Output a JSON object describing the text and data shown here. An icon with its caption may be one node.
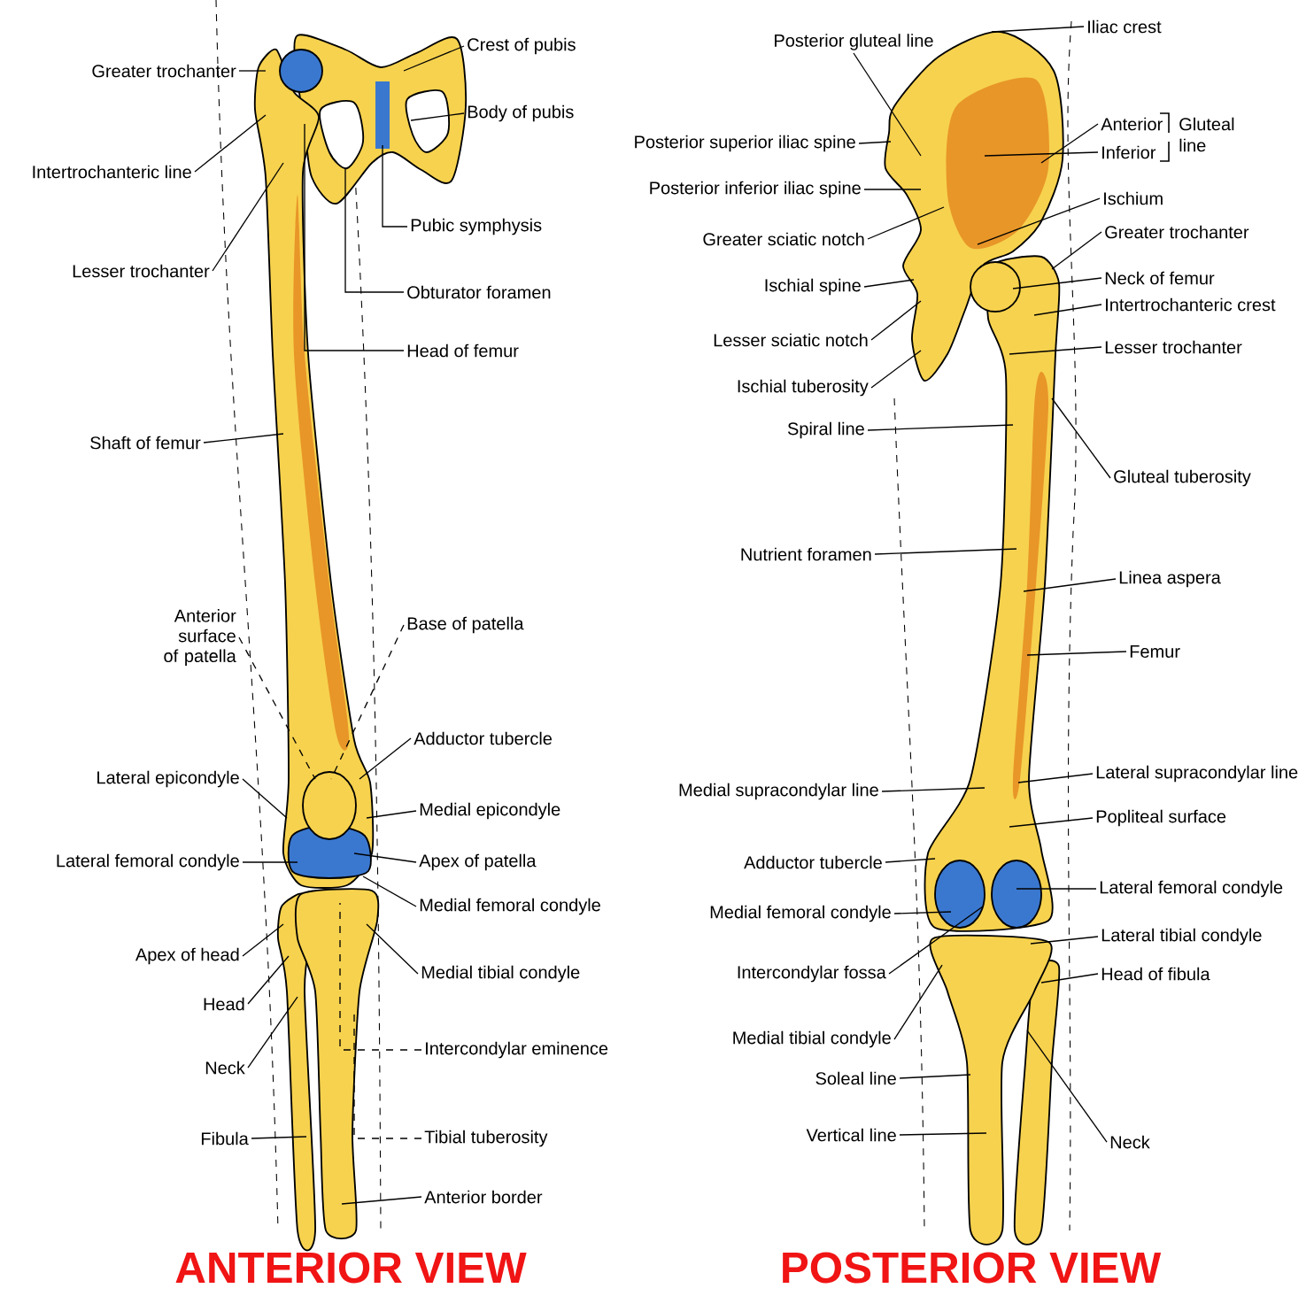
{
  "diagram": {
    "nodes": [
      {
        "text": [
          "Greater trochanter"
        ]
      },
      {
        "text": [
          "Intertrochanteric line"
        ]
      },
      {
        "text": [
          "Lesser trochanter"
        ]
      },
      {
        "text": [
          "Crest of pubis"
        ]
      },
      {
        "text": [
          "Body of pubis"
        ]
      },
      {
        "text": [
          "Pubic symphysis"
        ]
      },
      {
        "text": [
          "Obturator foramen"
        ]
      },
      {
        "text": [
          "Head of femur"
        ]
      },
      {
        "text": [
          "Shaft of femur"
        ]
      },
      {
        "text": [
          "Anterior surface of patella"
        ]
      },
      {
        "text": [
          "Lateral epicondyle"
        ]
      },
      {
        "text": [
          "Lateral femoral condyle"
        ]
      },
      {
        "text": [
          "Apex of head"
        ]
      },
      {
        "text": [
          "Head"
        ]
      },
      {
        "text": [
          "Neck"
        ]
      },
      {
        "text": [
          "Fibula"
        ]
      },
      {
        "text": [
          "Base of patella"
        ]
      },
      {
        "text": [
          "Adductor tubercle"
        ]
      },
      {
        "text": [
          "Medial epicondyle"
        ]
      },
      {
        "text": [
          "Apex of patella"
        ]
      },
      {
        "text": [
          "Medial femoral condyle"
        ]
      },
      {
        "text": [
          "Medial tibial condyle"
        ]
      },
      {
        "text": [
          "Intercondylar eminence"
        ]
      },
      {
        "text": [
          "Tibial tuberosity"
        ]
      },
      {
        "text": [
          "Anterior border"
        ]
      },
      {
        "text": [
          "Posterior gluteal line"
        ]
      },
      {
        "text": [
          "Iliac crest"
        ]
      },
      {
        "text": [
          "Posterior superior iliac spine"
        ]
      },
      {
        "text": [
          "Posterior inferior iliac spine"
        ]
      },
      {
        "text": [
          "Greater sciatic notch"
        ]
      },
      {
        "text": [
          "Anterior"
        ]
      },
      {
        "text": [
          "Inferior"
        ]
      },
      {
        "text": [
          "Ischium"
        ]
      },
      {
        "text": [
          "Greater trochanter"
        ]
      },
      {
        "text": [
          "Ischial spine"
        ]
      },
      {
        "text": [
          "Neck of femur"
        ]
      },
      {
        "text": [
          "Intertrochanteric crest"
        ]
      },
      {
        "text": [
          "Lesser sciatic notch"
        ]
      },
      {
        "text": [
          "Lesser trochanter"
        ]
      },
      {
        "text": [
          "Ischial tuberosity"
        ]
      },
      {
        "text": [
          "Spiral line"
        ]
      },
      {
        "text": [
          "Gluteal tuberosity"
        ]
      },
      {
        "text": [
          "Nutrient foramen"
        ]
      },
      {
        "text": [
          "Linea aspera"
        ]
      },
      {
        "text": [
          "Femur"
        ]
      },
      {
        "text": [
          "Medial supracondylar line"
        ]
      },
      {
        "text": [
          "Lateral supracondylar line"
        ]
      },
      {
        "text": [
          "Popliteal surface"
        ]
      },
      {
        "text": [
          "Adductor tubercle"
        ]
      },
      {
        "text": [
          "Lateral femoral condyle"
        ]
      },
      {
        "text": [
          "Medial femoral condyle"
        ]
      },
      {
        "text": [
          "Lateral tibial condyle"
        ]
      },
      {
        "text": [
          "Intercondylar fossa"
        ]
      },
      {
        "text": [
          "Head of fibula"
        ]
      },
      {
        "text": [
          "Medial tibial condyle"
        ]
      },
      {
        "text": [
          "Soleal line"
        ]
      },
      {
        "text": [
          "Vertical line"
        ]
      },
      {
        "text": [
          "Neck"
        ]
      }
    ],
    "edges": [
      {
        "from": 0,
        "to": null,
        "arrow": "none"
      },
      {
        "from": 1,
        "to": null,
        "arrow": "none"
      },
      {
        "from": 2,
        "to": null,
        "arrow": "none"
      },
      {
        "from": 3,
        "to": null,
        "arrow": "none"
      },
      {
        "from": 4,
        "to": null,
        "arrow": "none"
      },
      {
        "from": 5,
        "to": null,
        "arrow": "none"
      },
      {
        "from": 6,
        "to": null,
        "arrow": "none"
      },
      {
        "from": 7,
        "to": null,
        "arrow": "none"
      },
      {
        "from": 8,
        "to": null,
        "arrow": "none"
      },
      {
        "from": 9,
        "to": null,
        "arrow": "none",
        "style": "dashed"
      },
      {
        "from": 10,
        "to": null,
        "arrow": "none"
      },
      {
        "from": 11,
        "to": null,
        "arrow": "none"
      },
      {
        "from": 12,
        "to": null,
        "arrow": "none"
      },
      {
        "from": 13,
        "to": null,
        "arrow": "none"
      },
      {
        "from": 14,
        "to": null,
        "arrow": "none"
      },
      {
        "from": 15,
        "to": null,
        "arrow": "none"
      },
      {
        "from": 16,
        "to": null,
        "arrow": "none",
        "style": "dashed"
      },
      {
        "from": 17,
        "to": null,
        "arrow": "none"
      },
      {
        "from": 18,
        "to": null,
        "arrow": "none"
      },
      {
        "from": 19,
        "to": null,
        "arrow": "none"
      },
      {
        "from": 20,
        "to": null,
        "arrow": "none"
      },
      {
        "from": 21,
        "to": null,
        "arrow": "none"
      },
      {
        "from": 22,
        "to": null,
        "arrow": "none",
        "style": "dashed"
      },
      {
        "from": 23,
        "to": null,
        "arrow": "none",
        "style": "dashed"
      },
      {
        "from": 24,
        "to": null,
        "arrow": "none"
      },
      {
        "from": 25,
        "to": null,
        "arrow": "none"
      },
      {
        "from": 26,
        "to": null,
        "arrow": "none"
      },
      {
        "from": 27,
        "to": null,
        "arrow": "none"
      },
      {
        "from": 28,
        "to": null,
        "arrow": "none"
      },
      {
        "from": 29,
        "to": null,
        "arrow": "none"
      },
      {
        "from": 30,
        "to": null,
        "arrow": "none"
      },
      {
        "from": 31,
        "to": null,
        "arrow": "none"
      },
      {
        "from": 32,
        "to": null,
        "arrow": "none"
      },
      {
        "from": 33,
        "to": null,
        "arrow": "none"
      },
      {
        "from": 34,
        "to": null,
        "arrow": "none"
      },
      {
        "from": 35,
        "to": null,
        "arrow": "none"
      },
      {
        "from": 36,
        "to": null,
        "arrow": "none"
      },
      {
        "from": 37,
        "to": null,
        "arrow": "none"
      },
      {
        "from": 38,
        "to": null,
        "arrow": "none"
      },
      {
        "from": 39,
        "to": null,
        "arrow": "none"
      },
      {
        "from": 40,
        "to": null,
        "arrow": "none"
      },
      {
        "from": 41,
        "to": null,
        "arrow": "none"
      },
      {
        "from": 42,
        "to": null,
        "arrow": "none"
      },
      {
        "from": 43,
        "to": null,
        "arrow": "none"
      },
      {
        "from": 44,
        "to": null,
        "arrow": "none"
      },
      {
        "from": 45,
        "to": null,
        "arrow": "none"
      },
      {
        "from": 46,
        "to": null,
        "arrow": "none"
      },
      {
        "from": 47,
        "to": null,
        "arrow": "none"
      },
      {
        "from": 48,
        "to": null,
        "arrow": "none"
      },
      {
        "from": 49,
        "to": null,
        "arrow": "none"
      },
      {
        "from": 50,
        "to": null,
        "arrow": "none"
      },
      {
        "from": 51,
        "to": null,
        "arrow": "none"
      },
      {
        "from": 52,
        "to": null,
        "arrow": "none"
      },
      {
        "from": 53,
        "to": null,
        "arrow": "none"
      },
      {
        "from": 54,
        "to": null,
        "arrow": "none"
      },
      {
        "from": 55,
        "to": null,
        "arrow": "none"
      },
      {
        "from": 56,
        "to": null,
        "arrow": "none"
      },
      {
        "from": 57,
        "to": null,
        "arrow": "none"
      }
    ],
    "labels": [
      "Gluteal line",
      "ANTERIOR VIEW",
      "POSTERIOR VIEW"
    ]
  }
}
